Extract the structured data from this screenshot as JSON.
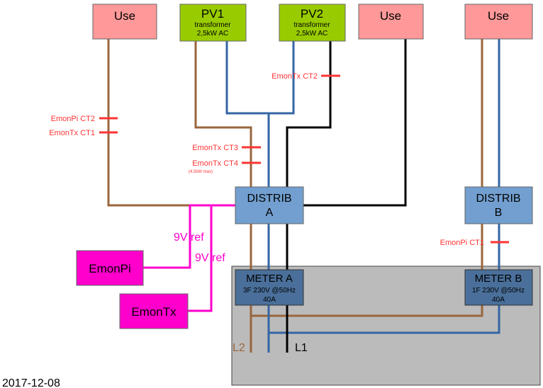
{
  "boxes": {
    "use1": {
      "label": "Use"
    },
    "use2": {
      "label": "Use"
    },
    "use3": {
      "label": "Use"
    },
    "pv1": {
      "title": "PV1",
      "line1": "transformer",
      "line2": "2,5kW AC"
    },
    "pv2": {
      "title": "PV2",
      "line1": "transformer",
      "line2": "2,5kW AC"
    },
    "distrib_a": {
      "line1": "DISTRIB",
      "line2": "A"
    },
    "distrib_b": {
      "line1": "DISTRIB",
      "line2": "B"
    },
    "meter_a": {
      "title": "METER A",
      "line1": "3F 230V @50Hz",
      "line2": "40A"
    },
    "meter_b": {
      "title": "METER B",
      "line1": "1F 230V @50Hz",
      "line2": "40A"
    },
    "emonpi": {
      "label": "EmonPi"
    },
    "emontx": {
      "label": "EmonTx"
    }
  },
  "ct_labels": {
    "pi_ct2": "EmonPi CT2",
    "tx_ct1": "EmonTx CT1",
    "tx_ct2": "EmonTx CT2",
    "tx_ct3": "EmonTx CT3",
    "tx_ct4": "EmonTx CT4",
    "tx_ct4_note": "(4,5kW max)",
    "pi_ct1": "EmonPi CT1"
  },
  "ref_labels": {
    "ref1": "9V ref",
    "ref2": "9V ref"
  },
  "phase_labels": {
    "l2": "L2",
    "l1": "L1"
  },
  "date": "2017-12-08",
  "colors": {
    "use_fill": "#ff9999",
    "pv_fill": "#99cc00",
    "distrib_fill": "#729fcf",
    "meter_fill": "#4a6f9a",
    "emon_fill": "#ff00cc",
    "meter_area": "#bbbbbb",
    "brown": "#99663d",
    "blue": "#3465a4",
    "black": "#000000",
    "magenta": "#ff00cc",
    "ct_red": "#ff3333"
  }
}
